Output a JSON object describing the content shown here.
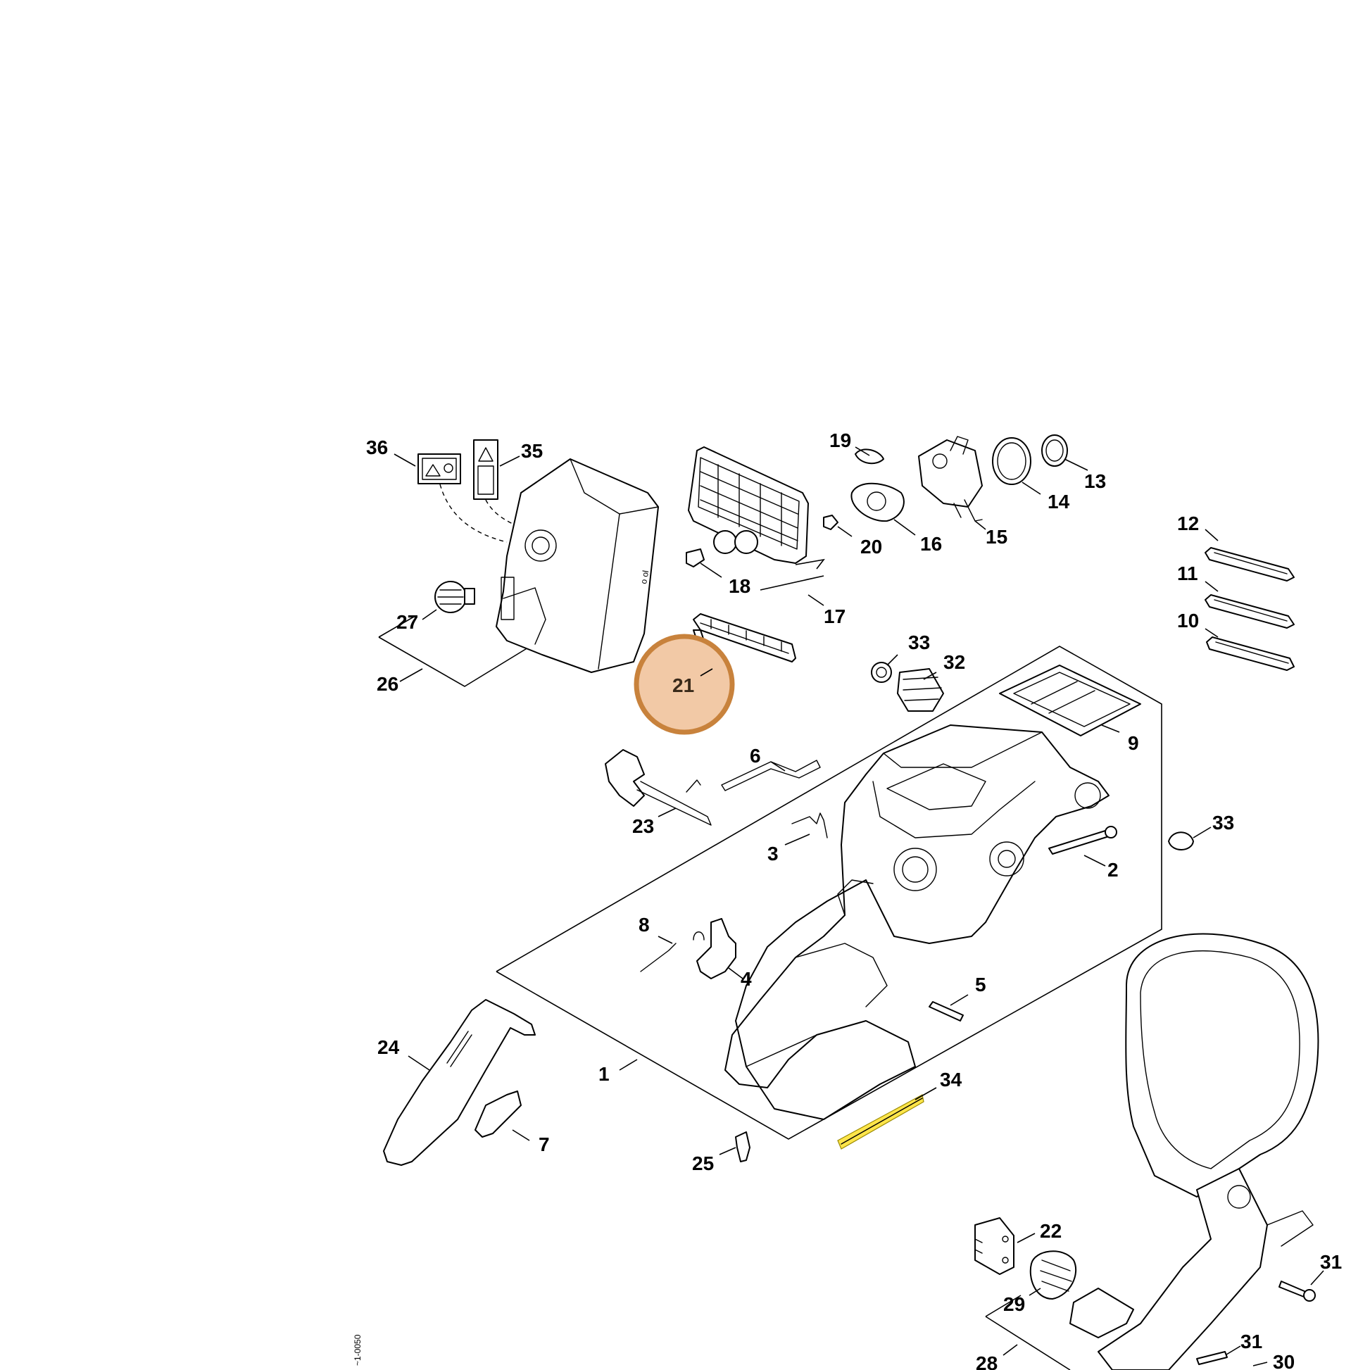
{
  "diagram": {
    "highlighted_part": "21",
    "highlight_color": "#c8823c",
    "highlight_fill": "#f2c9a6",
    "strip_color": "#ffe54a",
    "side_note": "~1-0050",
    "part_labels": [
      "36",
      "35",
      "19",
      "13",
      "14",
      "15",
      "16",
      "20",
      "12",
      "11",
      "10",
      "27",
      "26",
      "18",
      "17",
      "21",
      "33",
      "32",
      "9",
      "6",
      "23",
      "3",
      "2",
      "33",
      "8",
      "4",
      "5",
      "24",
      "1",
      "34",
      "7",
      "25",
      "22",
      "31",
      "29",
      "28",
      "31",
      "30"
    ]
  }
}
